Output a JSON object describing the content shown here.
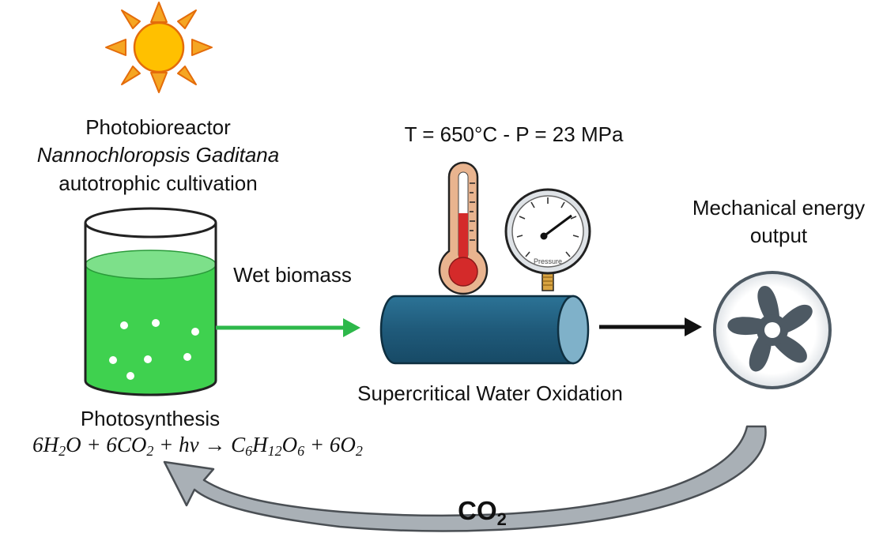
{
  "labels": {
    "pbr_title": "Photobioreactor",
    "pbr_species": "Nannochloropsis Gaditana",
    "pbr_mode": "autotrophic cultivation",
    "conditions": "T = 650°C  - P = 23 MPa",
    "wet_biomass": "Wet biomass",
    "scwo": "Supercritical Water Oxidation",
    "energy_line1": "Mechanical energy",
    "energy_line2": "output",
    "photosynthesis": "Photosynthesis",
    "gauge_label": "Pressure"
  },
  "equation": {
    "h2o_coef": "6",
    "h2o_base": "H",
    "h2o_sub": "2",
    "h2o_tail": "O",
    "plus1": " + ",
    "co2_coef": "6",
    "co2_base": "CO",
    "co2_sub": "2",
    "plus2": " + ",
    "light": "hv",
    "arrow": " → ",
    "glc_c": "C",
    "glc_c_sub": "6",
    "glc_h": "H",
    "glc_h_sub": "12",
    "glc_o": "O",
    "glc_o_sub": "6",
    "plus3": " + ",
    "o2_coef": "6",
    "o2_base": "O",
    "o2_sub": "2"
  },
  "recycle": {
    "base": "CO",
    "sub": "2"
  },
  "colors": {
    "sun_fill": "#ffc000",
    "sun_rays": "#f5a623",
    "sun_stroke": "#e46c0a",
    "culture_green": "#3fd14f",
    "culture_top": "#7de08a",
    "biomass_arrow": "#2db84a",
    "reactor_body": "#1f5a7a",
    "reactor_end": "#7fb1c9",
    "thermometer_red": "#d42a2a",
    "thermometer_case": "#e9b48f",
    "fan_blade": "#4d5963",
    "fan_ring": "#e6e9ec",
    "recycle_arrow": "#a9b0b6"
  },
  "icons": [
    "sun-icon",
    "beaker-icon",
    "thermometer-icon",
    "pressure-gauge-icon",
    "reactor-icon",
    "fan-icon"
  ]
}
